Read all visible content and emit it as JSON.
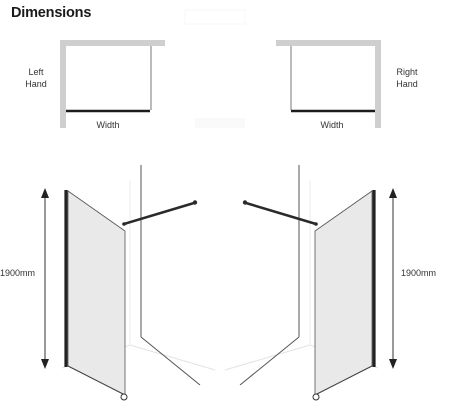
{
  "header": {
    "title": "Dimensions"
  },
  "plan_views": {
    "left": {
      "hand_line1": "Left",
      "hand_line2": "Hand",
      "width_label": "Width"
    },
    "right": {
      "hand_line1": "Right",
      "hand_line2": "Hand",
      "width_label": "Width"
    }
  },
  "elevation_views": {
    "left": {
      "height_label": "1900mm"
    },
    "right": {
      "height_label": "1900mm"
    }
  },
  "colors": {
    "wall": "#cfcfcf",
    "glass": "#e9e9e9",
    "frame": "#222222",
    "line": "#555555",
    "faint": "#dcdcdc"
  }
}
